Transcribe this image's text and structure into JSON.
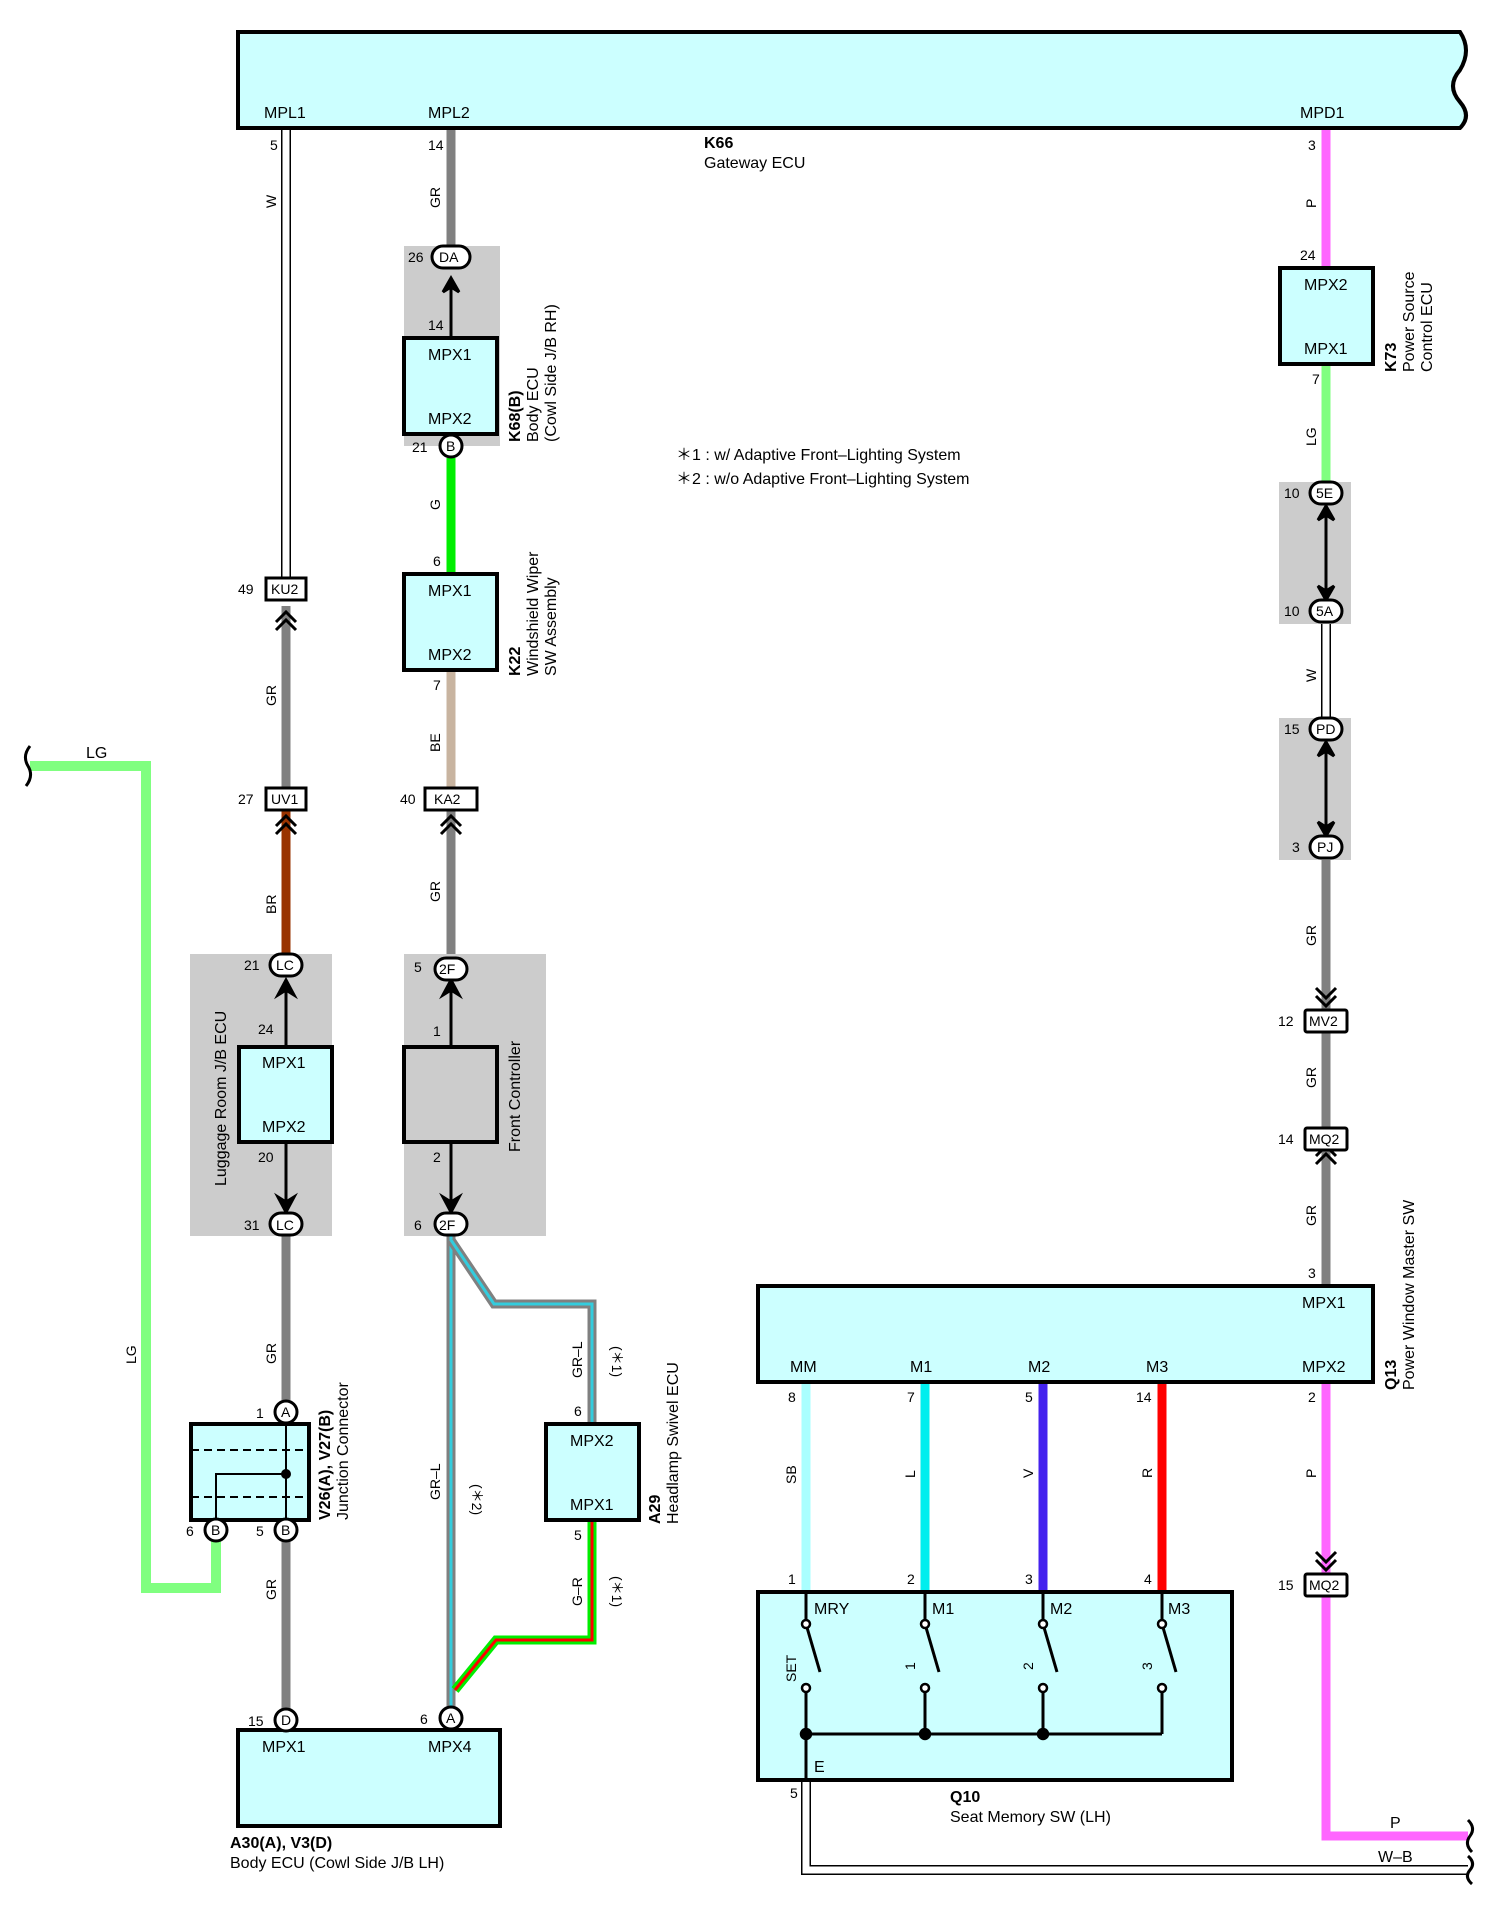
{
  "components": {
    "k66": {
      "code": "K66",
      "name": "Gateway ECU",
      "pins": {
        "mpl1": "MPL1",
        "mpl2": "MPL2",
        "mpd1": "MPD1"
      }
    },
    "k73": {
      "code": "K73",
      "name_line1": "Power Source",
      "name_line2": "Control ECU",
      "pin_top": "MPX2",
      "pin_bottom": "MPX1"
    },
    "k68": {
      "code": "K68(B)",
      "name_line1": "Body ECU",
      "name_line2": "(Cowl Side J/B RH)",
      "pin_top": "MPX1",
      "pin_bottom": "MPX2"
    },
    "k22": {
      "code": "K22",
      "name_line1": "Windshield Wiper",
      "name_line2": "SW Assembly",
      "pin_top": "MPX1",
      "pin_bottom": "MPX2"
    },
    "luggage": {
      "name": "Luggage Room J/B ECU",
      "pin_top": "MPX1",
      "pin_bottom": "MPX2"
    },
    "front": {
      "name": "Front Controller"
    },
    "junction": {
      "code": "V26(A), V27(B)",
      "name": "Junction Connector"
    },
    "a29": {
      "code": "A29",
      "name": "Headlamp Swivel ECU",
      "pin_top": "MPX2",
      "pin_bottom": "MPX1"
    },
    "a30": {
      "code": "A30(A), V3(D)",
      "name": "Body ECU (Cowl Side J/B LH)",
      "pin_left": "MPX1",
      "pin_right": "MPX4"
    },
    "q13": {
      "code": "Q13",
      "name": "Power Window Master SW",
      "pins": {
        "mpx1": "MPX1",
        "mm": "MM",
        "m1": "M1",
        "m2": "M2",
        "m3": "M3",
        "mpx2": "MPX2"
      }
    },
    "q10": {
      "code": "Q10",
      "name": "Seat Memory SW (LH)",
      "pins": {
        "mry": "MRY",
        "m1": "M1",
        "m2": "M2",
        "m3": "M3",
        "e": "E"
      },
      "switches": {
        "set": "SET",
        "s1": "1",
        "s2": "2",
        "s3": "3"
      }
    }
  },
  "notes": {
    "n1": "＊1 : w/ Adaptive Front–Lighting System",
    "n2": "＊2 : w/o Adaptive Front–Lighting System"
  },
  "connectors": {
    "ku2": "KU2",
    "uv1": "UV1",
    "lc": "LC",
    "a": "A",
    "b": "B",
    "d": "D",
    "da": "DA",
    "bb": "B",
    "ka2": "KA2",
    "f2": "2F",
    "e5": "5E",
    "a5": "5A",
    "pd": "PD",
    "pj": "PJ",
    "mv2": "MV2",
    "mq2": "MQ2"
  },
  "pins": {
    "p5": "5",
    "p14": "14",
    "p3": "3",
    "p26": "26",
    "p21": "21",
    "p6": "6",
    "p7": "7",
    "p24": "24",
    "p49": "49",
    "p27": "27",
    "p40": "40",
    "p10": "10",
    "p15": "15",
    "p12": "12",
    "p20": "20",
    "p31": "31",
    "p1": "1",
    "p2": "2",
    "p8": "8",
    "p4": "4"
  },
  "wires": {
    "w": "W",
    "gr": "GR",
    "p": "P",
    "lg": "LG",
    "g": "G",
    "be": "BE",
    "br": "BR",
    "grl": "GR–L",
    "gr_": "G–R",
    "sb": "SB",
    "l": "L",
    "v": "V",
    "r": "R",
    "wb": "W–B",
    "star1": "(＊1)",
    "star2": "(＊2)"
  },
  "colors": {
    "box": "#ccffff",
    "shade": "#cccccc",
    "gray": "#808080",
    "pink": "#ff66ff",
    "lightgreen": "#80ff80",
    "green": "#00ee00",
    "tan": "#c8b4a0",
    "brown": "#993300",
    "skyblue": "#33ccdd",
    "red": "#ff0000",
    "lightcyan": "#aaffff",
    "cyan": "#00eeee",
    "violet": "#4422ee"
  }
}
